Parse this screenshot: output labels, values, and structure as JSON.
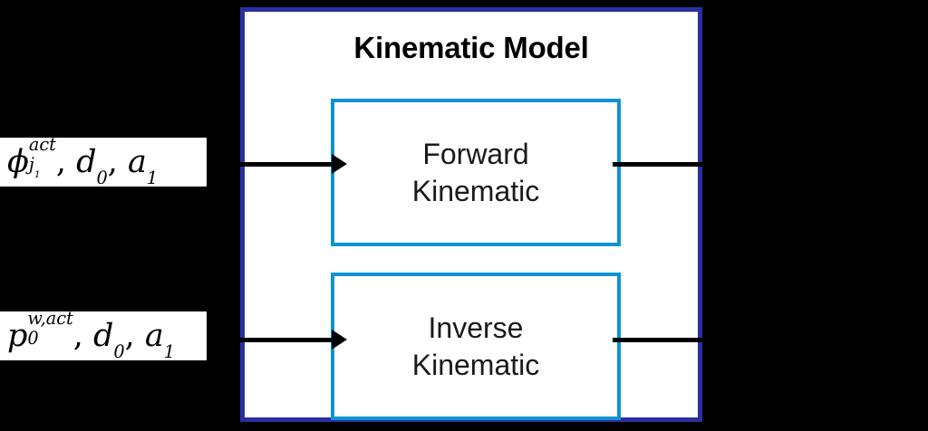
{
  "diagram": {
    "title": "Kinematic Model",
    "accent_navy": "#2A2FA0",
    "accent_blue": "#0F93D2",
    "background": "#000000",
    "surface": "#ffffff"
  },
  "blocks": [
    {
      "id": "forward-kinematic",
      "line1": "Forward",
      "line2": "Kinematic"
    },
    {
      "id": "inverse-kinematic",
      "line1": "Inverse",
      "line2": "Kinematic"
    }
  ],
  "inputs": [
    {
      "id": "forward-input",
      "text": "ϕ_{j1}^{act}, d₀, a₁",
      "symbol": "ϕ",
      "superscript": "act",
      "subscript": "j",
      "subscript_index": "1",
      "params": ", d₀, a₁",
      "param_1_base": "d",
      "param_1_sub": "0",
      "param_2_base": "a",
      "param_2_sub": "1"
    },
    {
      "id": "inverse-input",
      "text": "p₀^{w,act}, d₀, a₁",
      "symbol": "p",
      "superscript": "w,act",
      "subscript": "0",
      "params": ", d₀, a₁",
      "param_1_base": "d",
      "param_1_sub": "0",
      "param_2_base": "a",
      "param_2_sub": "1"
    }
  ],
  "connectors": {
    "forward_in": "arrow-into-forward-kinematic",
    "inverse_in": "arrow-into-inverse-kinematic",
    "forward_out": "line-out-of-forward-kinematic",
    "inverse_out": "line-out-of-inverse-kinematic"
  }
}
